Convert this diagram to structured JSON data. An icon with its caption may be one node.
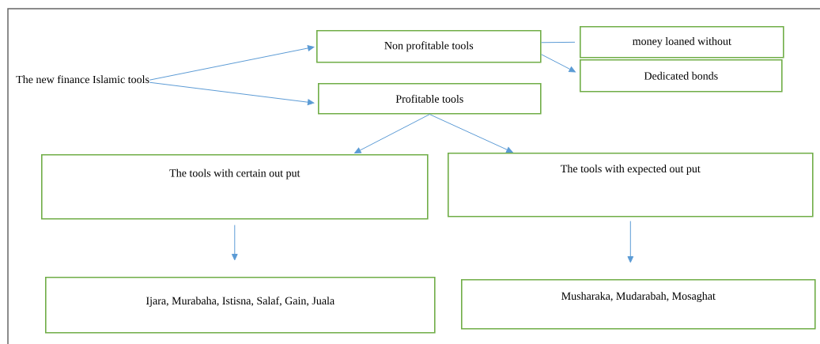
{
  "diagram": {
    "nodes": [
      {
        "text": [
          "The new finance Islamic tools"
        ]
      },
      {
        "text": [
          "Non profitable tools"
        ]
      },
      {
        "text": [
          "money loaned without"
        ]
      },
      {
        "text": [
          "Dedicated bonds"
        ]
      },
      {
        "text": [
          "Profitable tools"
        ]
      },
      {
        "text": [
          "The tools with certain out put"
        ]
      },
      {
        "text": [
          "The tools with expected out put"
        ]
      },
      {
        "text": [
          "Ijara, Murabaha, Istisna, Salaf, Gain, Juala"
        ]
      },
      {
        "text": [
          "Musharaka, Mudarabah, Mosaghat"
        ]
      }
    ],
    "edges": [
      {
        "from": 0,
        "to": 1,
        "arrow": "to"
      },
      {
        "from": 0,
        "to": 4,
        "arrow": "to"
      },
      {
        "from": 1,
        "to": 2,
        "arrow": "none"
      },
      {
        "from": 1,
        "to": 3,
        "arrow": "to"
      },
      {
        "from": 4,
        "to": 5,
        "arrow": "to"
      },
      {
        "from": 4,
        "to": 6,
        "arrow": "to"
      },
      {
        "from": 5,
        "to": 7,
        "arrow": "to"
      },
      {
        "from": 6,
        "to": 8,
        "arrow": "to"
      }
    ]
  }
}
